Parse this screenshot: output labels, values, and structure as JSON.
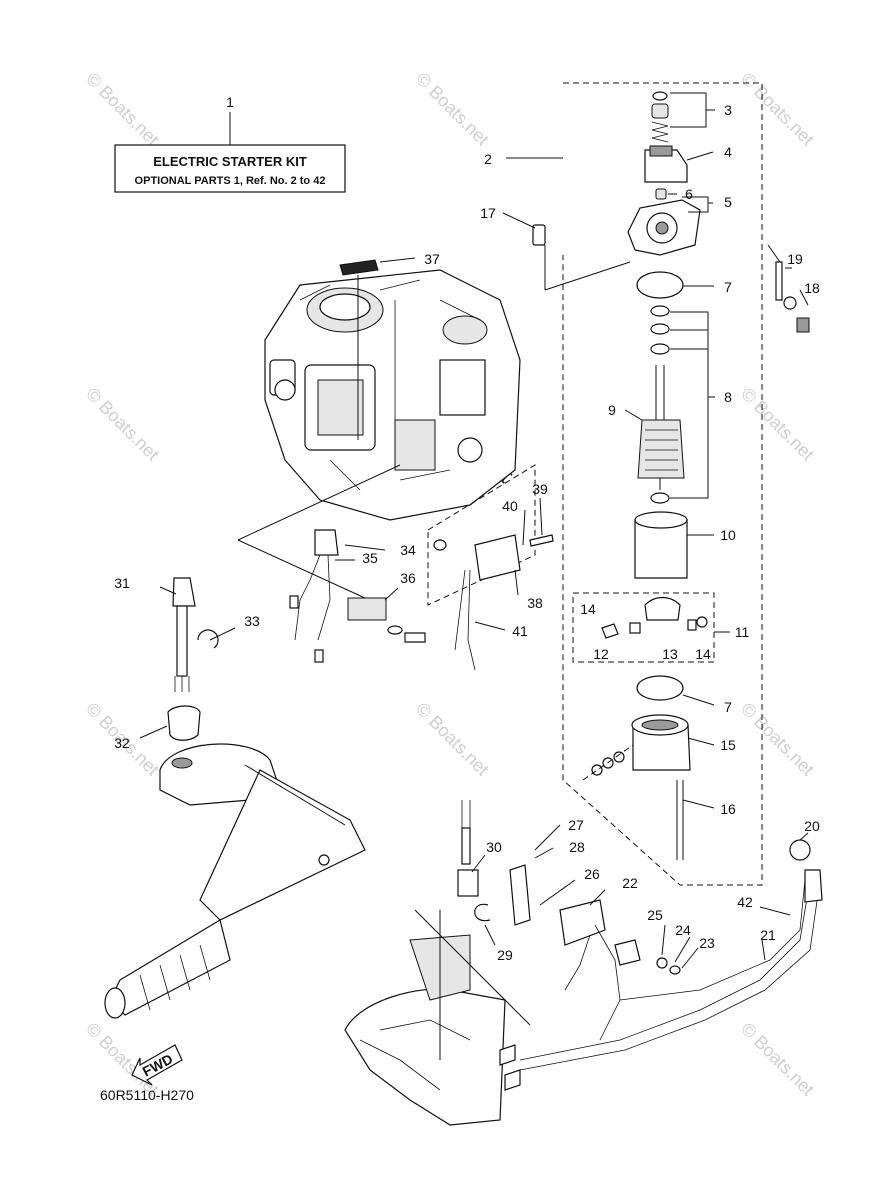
{
  "diagram": {
    "kit_box": {
      "line1": "ELECTRIC STARTER KIT",
      "line2": "OPTIONAL PARTS 1,  Ref. No. 2 to 42"
    },
    "part_numbers": [
      "1",
      "2",
      "3",
      "4",
      "5",
      "6",
      "7",
      "8",
      "9",
      "10",
      "11",
      "12",
      "13",
      "14",
      "15",
      "16",
      "17",
      "18",
      "19",
      "20",
      "21",
      "22",
      "23",
      "24",
      "25",
      "26",
      "27",
      "28",
      "29",
      "30",
      "31",
      "32",
      "33",
      "34",
      "35",
      "36",
      "37",
      "38",
      "39",
      "40",
      "41",
      "42"
    ],
    "extra_labels": {
      "label_7_second": "7",
      "label_14_second": "14"
    },
    "direction_label": "FWD",
    "figure_code": "60R5110-H270",
    "watermark": "© Boats.net"
  }
}
